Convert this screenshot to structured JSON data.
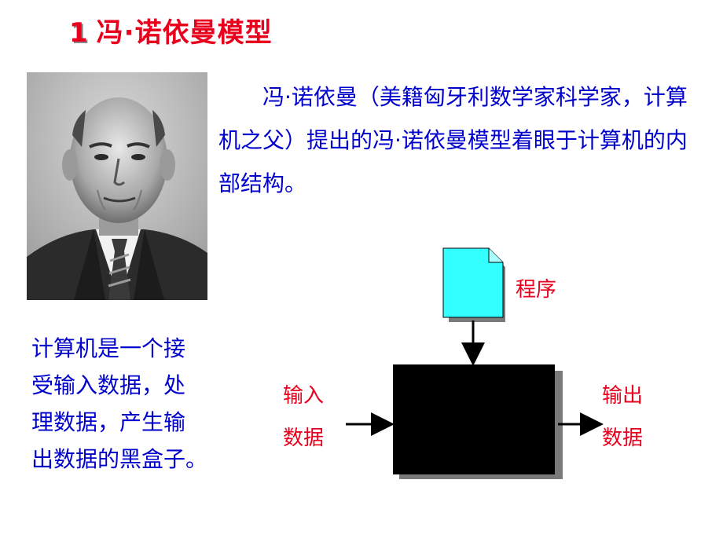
{
  "slide": {
    "title_number": "1",
    "title_text": "冯·诺依曼模型"
  },
  "intro": {
    "text": "冯·诺依曼（美籍匈牙利数学家科学家，计算机之父）提出的冯·诺依曼模型着眼于计算机的内部结构。"
  },
  "description": {
    "line1": "计算机是一个接",
    "line2": "受输入数据，处",
    "line3": "理数据，产生输",
    "line4": "出数据的黑盒子。"
  },
  "diagram": {
    "program_label": "程序",
    "input_label_1": "输入",
    "input_label_2": "数据",
    "output_label_1": "输出",
    "output_label_2": "数据",
    "colors": {
      "document_fill": "#33ffff",
      "box_fill": "#000000",
      "label_color": "#e8001c",
      "text_color": "#0000cc"
    }
  },
  "icons": {
    "portrait": "portrait-photo",
    "program": "document-icon"
  }
}
